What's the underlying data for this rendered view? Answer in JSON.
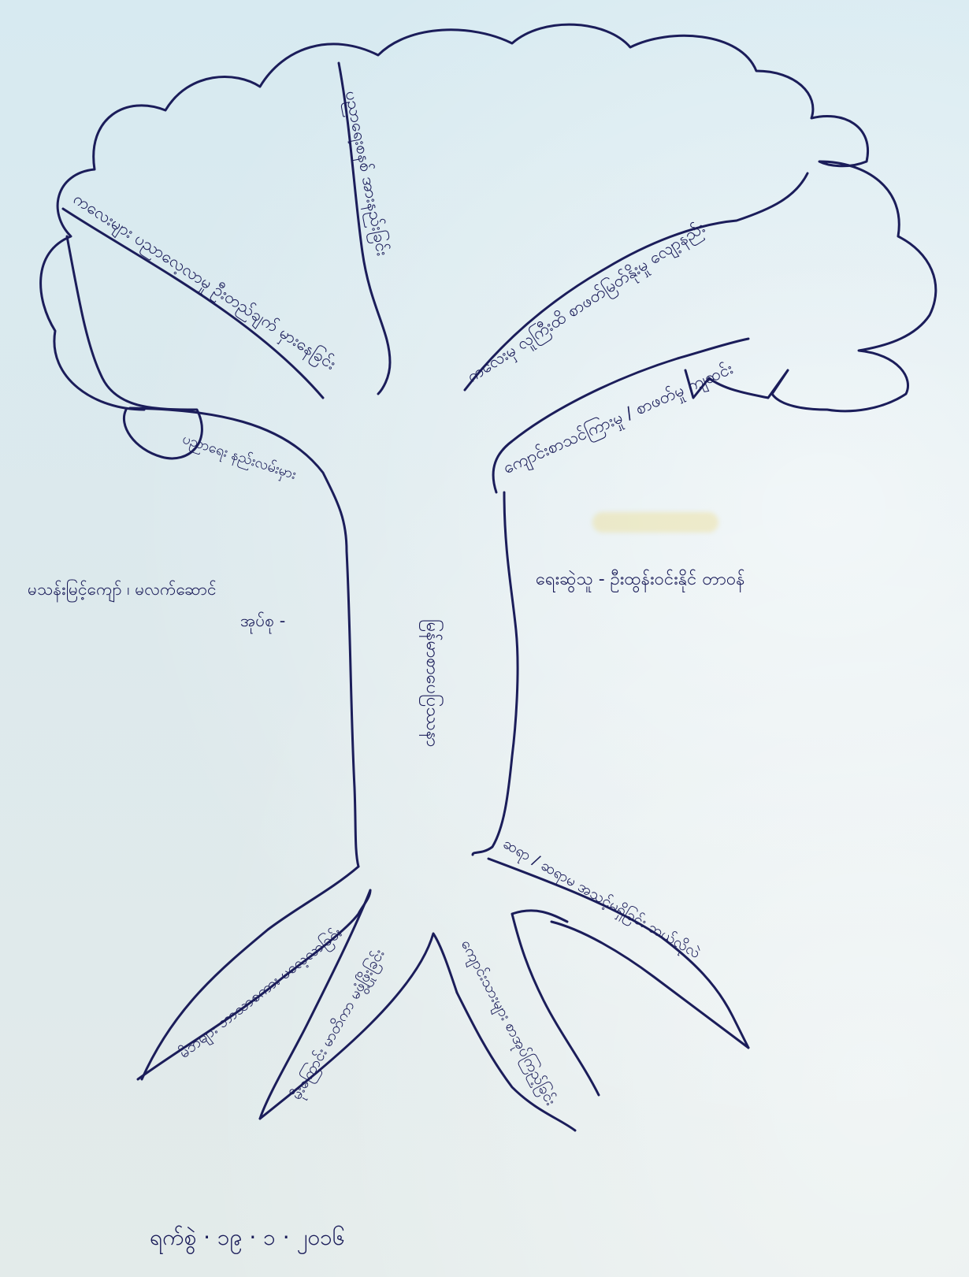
{
  "diagram": {
    "trunk_text": "မြန်မာစာပေပြဿနာ",
    "branches": [
      "ကလေးမှ လူကြီးထိ စာဖတ်မြတ်နိုးမှု လျော့နည်း",
      "ပညာရေးစနစ် အားနည်းခြင်း",
      "ကလေးများ ပညာလေ့လာမှု ဦးတည်ချက် မှားနေခြင်း",
      "ကျောင်းစာသင်ကြားမှု / စာဖတ်မှု ကျဆင်း",
      "ပညာရေး နည်းလမ်းမှား"
    ],
    "roots": [
      "မိဘများ ဘာသာစကား မလေ့လာခြင်း",
      "မိုးကြောင်း မာတိကာ မဖွံ့ဖြိုးခြင်း",
      "ကျောင်းသားများ စာအုပ်ကြည့်ခြင်း",
      "ဆရာ / ဆရာမ အသင့်မရှိခြင်း ဘယ်လိုလဲ"
    ],
    "presenter": "ရေးဆွဲသူ - ဦးထွန်းဝင်းနိုင် တာဝန်",
    "group_line_1": "မသန်းမြင့်ကျော် ၊ မလက်ဆောင်",
    "group_line_2": "အုပ်စု -",
    "date": "ရက်စွဲ · ၁၉ · ၁ · ၂၀၁၆"
  },
  "colors": {
    "ink": "#1b1d5a",
    "paper": "#dbe9ee"
  }
}
